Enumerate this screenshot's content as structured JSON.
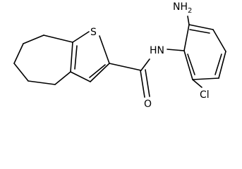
{
  "molecule": {
    "atoms": {
      "amine_n": "NH",
      "amine_h_count": "2",
      "amide_nh": "HN",
      "sulfur": "S",
      "oxygen": "O",
      "chlorine": "Cl"
    }
  }
}
